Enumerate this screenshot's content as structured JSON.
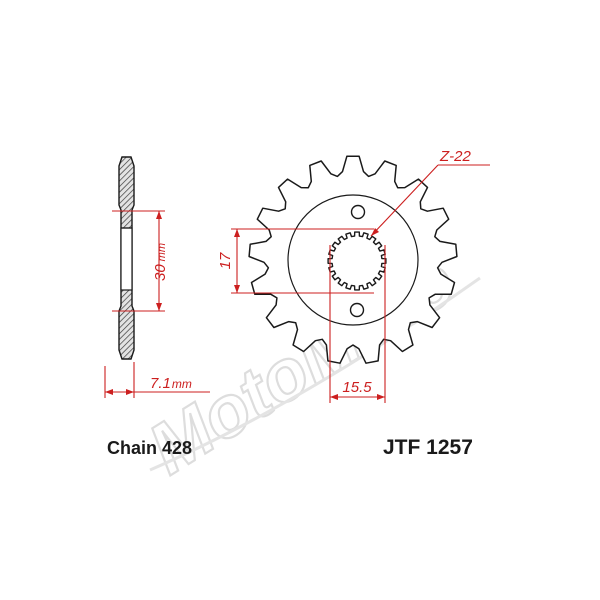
{
  "drawing": {
    "teeth": 22,
    "teeth_label": "Z-22",
    "bore_height_label": "17",
    "bore_width_label": "15.5",
    "hub_height_label": "30",
    "hub_height_unit": "mm",
    "thickness_label": "7.1",
    "thickness_unit": "mm",
    "dimension_color": "#cc1f1f",
    "outline_color": "#1a1a1a",
    "section_fill": "#e3e3e3",
    "hatch_color": "#3a3a3a"
  },
  "labels": {
    "chain": "Chain 428",
    "part_number": "JTF 1257"
  },
  "watermark": {
    "text": "MotoMoto",
    "logo": "motomoto-logo"
  }
}
